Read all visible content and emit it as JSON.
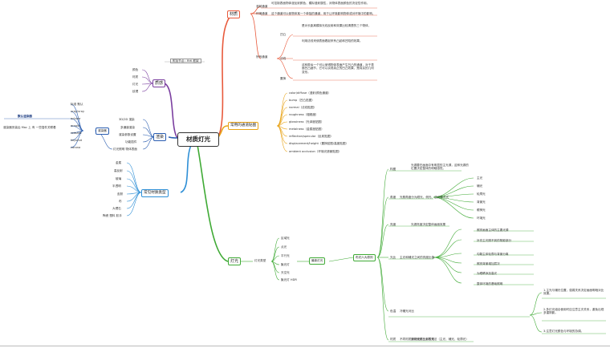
{
  "root": "材质灯光",
  "branches": {
    "material": {
      "label": "材质",
      "tag": "附加节点：RHI 框架",
      "items": [
        {
          "label": "漫射通道",
          "desc": "可控制表面物体漫反射颜色、模拟漫射属性，对物体表面颜色的决定性作用。"
        },
        {
          "label": "环境通道",
          "desc": "这个通道可以使物体某一个单独的通道，用于让环境影响物体或对环境中的影响。"
        },
        {
          "label": "凹凸",
          "desc": "是对长距离模拟光线反射和效果比较清楚的三个物体，"
        },
        {
          "label": "法线",
          "desc": "利用法线来使表面看起来有凸起和凹陷的效果。"
        },
        {
          "label": "置换",
          "desc": "这种类似一个可以使得物体表面产生凹凸的通道，对于表面凹凸细节，它可以实现真正的凹凸效果，是真实的几何变形。"
        }
      ],
      "sub_label": "所有通道"
    },
    "texture_maps": {
      "label": "常用的通道贴图",
      "items": [
        "color/diffuse（漫射/颜色通道）",
        "bump（凹凸贴图）",
        "normal（法线贴图）",
        "roughness（粗糙度）",
        "glossiness（光泽度贴图）",
        "metalness（金属度贴图）",
        "reflection/specular（反射贴图）",
        "displacement/height（置换贴图/高度贴图）",
        "ambient occlusion（环境光遮蔽贴图）"
      ]
    },
    "texture": {
      "label": "质感",
      "items": [
        "颜色",
        "材质",
        "灯光",
        "纹理"
      ]
    },
    "render": {
      "label": "渲染",
      "items": [
        "3D/2D 渲染",
        "多通道渲染",
        "渲染参数设置",
        "功能插件",
        "灯光照明 物体表面"
      ],
      "engines_label": "渲染器",
      "engines": [
        "标准 默认",
        "vray/vray",
        "octane",
        "arnold",
        "redshift",
        "keyshot",
        "corona"
      ],
      "note_bold": "默认渲染器",
      "note": "渲染器安装后 Mac 上 有 一些插件关联着"
    },
    "types": {
      "label": "常见材质类型",
      "items": [
        "金属",
        "高反射",
        "玻璃",
        "半透明",
        "皮肤",
        "布",
        "大理石",
        "木纹理",
        "陶瓷 塑料 胶手"
      ]
    },
    "lights": {
      "label": "灯光",
      "sub_label": "灯光类型",
      "types": [
        "区域光",
        "点光",
        "平行光",
        "聚光灯",
        "天空光",
        "聚光灯 HDR"
      ],
      "core": "最新灯光",
      "six_label": "布光六大原则",
      "principles": [
        {
          "label": "构图",
          "desc": "光源要在画面中有明显的主光源，这种光源的位置决定整体的明暗感觉。"
        },
        {
          "label": "角度",
          "desc": "光照角度分为顺光、侧光、逆光等方式"
        },
        {
          "label": "亮度",
          "desc": "光源亮度决定整体画面效果"
        },
        {
          "label": "光比",
          "desc": "主光和辅光之间的亮度比值"
        },
        {
          "label": "色温",
          "desc": "冷暖光对比"
        },
        {
          "label": "材质",
          "desc": "不同材质对灯光的反射表现"
        }
      ],
      "functions": [
        "主光",
        "辅光",
        "轮廓光",
        "背景光",
        "眼神光",
        "环境光"
      ],
      "function_desc": [
        "照亮画面主体的主要光源",
        "补充主光照不到的阴影部分",
        "勾勒主体轮廓与背景分离",
        "照亮背景增加层次",
        "为眼睛添加高光",
        "整体环境的基础照明"
      ],
      "notes": [
        "1.主光与辅光位置，强弱关系决定画面明暗对比效果。",
        "2.多灯光组合使用时应注意主次关系，避免出现多重阴影。",
        "3.注意灯光颜色与环境的协调。"
      ],
      "footer": "通常使用三点布光法（主光、辅光、轮廓光）"
    }
  },
  "colors": {
    "material": "#e85a3c",
    "texture_maps": "#e8a317",
    "texture": "#7b3fa0",
    "render": "#2a5db0",
    "types": "#2e8fd6",
    "lights": "#3faa35"
  }
}
